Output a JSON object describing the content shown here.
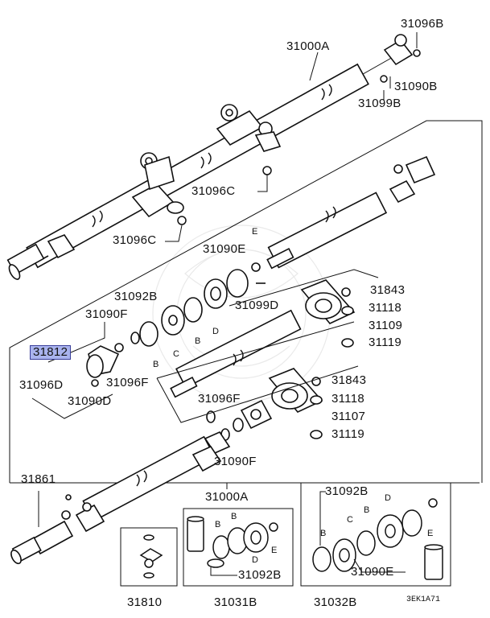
{
  "labels": {
    "p31096B": "31096B",
    "p31000A_top": "31000A",
    "p31090B": "31090B",
    "p31099B": "31099B",
    "p31096C_a": "31096C",
    "p31096C_b": "31096C",
    "p31090E_mid": "31090E",
    "p31843_a": "31843",
    "p31092B_mid": "31092B",
    "p31099D": "31099D",
    "p31118_a": "31118",
    "p31090F_a": "31090F",
    "p31109": "31109",
    "p31119_a": "31119",
    "p31812": "31812",
    "p31096F_a": "31096F",
    "p31096D": "31096D",
    "p31843_b": "31843",
    "p31090D": "31090D",
    "p31118_b": "31118",
    "p31096F_b": "31096F",
    "p31107": "31107",
    "p31119_b": "31119",
    "p31090F_b": "31090F",
    "p31861": "31861",
    "p31000A_bot": "31000A",
    "p31092B_r": "31092B",
    "p31092B_c": "31092B",
    "p31090E_r": "31090E",
    "p31810": "31810",
    "p31031B": "31031B",
    "p31032B": "31032B"
  },
  "letters": {
    "E1": "E",
    "B1": "B",
    "C1": "C",
    "B2": "B",
    "D1": "D",
    "B3": "B",
    "B4": "B",
    "D2": "D",
    "E2": "E",
    "B5": "B",
    "C2": "C",
    "B6": "B",
    "D3": "D",
    "E3": "E"
  },
  "diagram_code": "3EK1A71",
  "highlight_color": "#a9b3ee"
}
